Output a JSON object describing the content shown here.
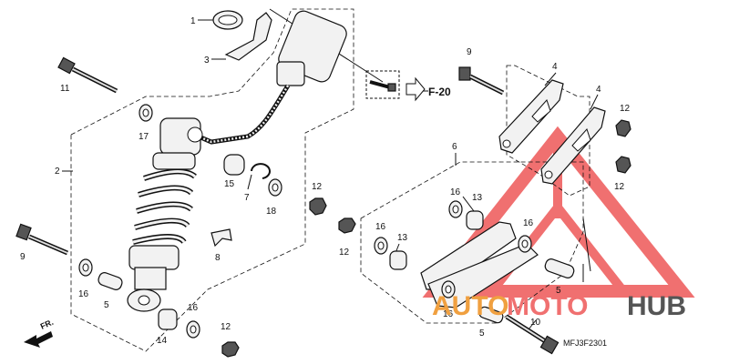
{
  "diagram": {
    "code": "MFJ3F2301",
    "reference": "F-20",
    "front_label": "FR.",
    "watermark": {
      "part1": "AUTO",
      "part2": "MOTO",
      "part3": "HUB"
    },
    "colors": {
      "watermark_triangle": "#f07070",
      "watermark_auto": "#f0a040",
      "watermark_hub": "#555555"
    },
    "callouts": [
      {
        "id": "c1",
        "label": "1"
      },
      {
        "id": "c3",
        "label": "3"
      },
      {
        "id": "c11",
        "label": "11"
      },
      {
        "id": "c17",
        "label": "17"
      },
      {
        "id": "c2",
        "label": "2"
      },
      {
        "id": "c15",
        "label": "15"
      },
      {
        "id": "c7",
        "label": "7"
      },
      {
        "id": "c18",
        "label": "18"
      },
      {
        "id": "c9a",
        "label": "9"
      },
      {
        "id": "c8",
        "label": "8"
      },
      {
        "id": "c16a",
        "label": "16"
      },
      {
        "id": "c5a",
        "label": "5"
      },
      {
        "id": "c14",
        "label": "14"
      },
      {
        "id": "c16b",
        "label": "16"
      },
      {
        "id": "c12a",
        "label": "12"
      },
      {
        "id": "c12b",
        "label": "12"
      },
      {
        "id": "c9b",
        "label": "9"
      },
      {
        "id": "c4a",
        "label": "4"
      },
      {
        "id": "c4b",
        "label": "4"
      },
      {
        "id": "c12c",
        "label": "12"
      },
      {
        "id": "c12d",
        "label": "12"
      },
      {
        "id": "c6",
        "label": "6"
      },
      {
        "id": "c13a",
        "label": "13"
      },
      {
        "id": "c16c",
        "label": "16"
      },
      {
        "id": "c16d",
        "label": "16"
      },
      {
        "id": "c16e",
        "label": "16"
      },
      {
        "id": "c13b",
        "label": "13"
      },
      {
        "id": "c12e",
        "label": "12"
      },
      {
        "id": "c5b",
        "label": "5"
      },
      {
        "id": "c16f",
        "label": "16"
      },
      {
        "id": "c5c",
        "label": "5"
      },
      {
        "id": "c10",
        "label": "10"
      }
    ]
  }
}
